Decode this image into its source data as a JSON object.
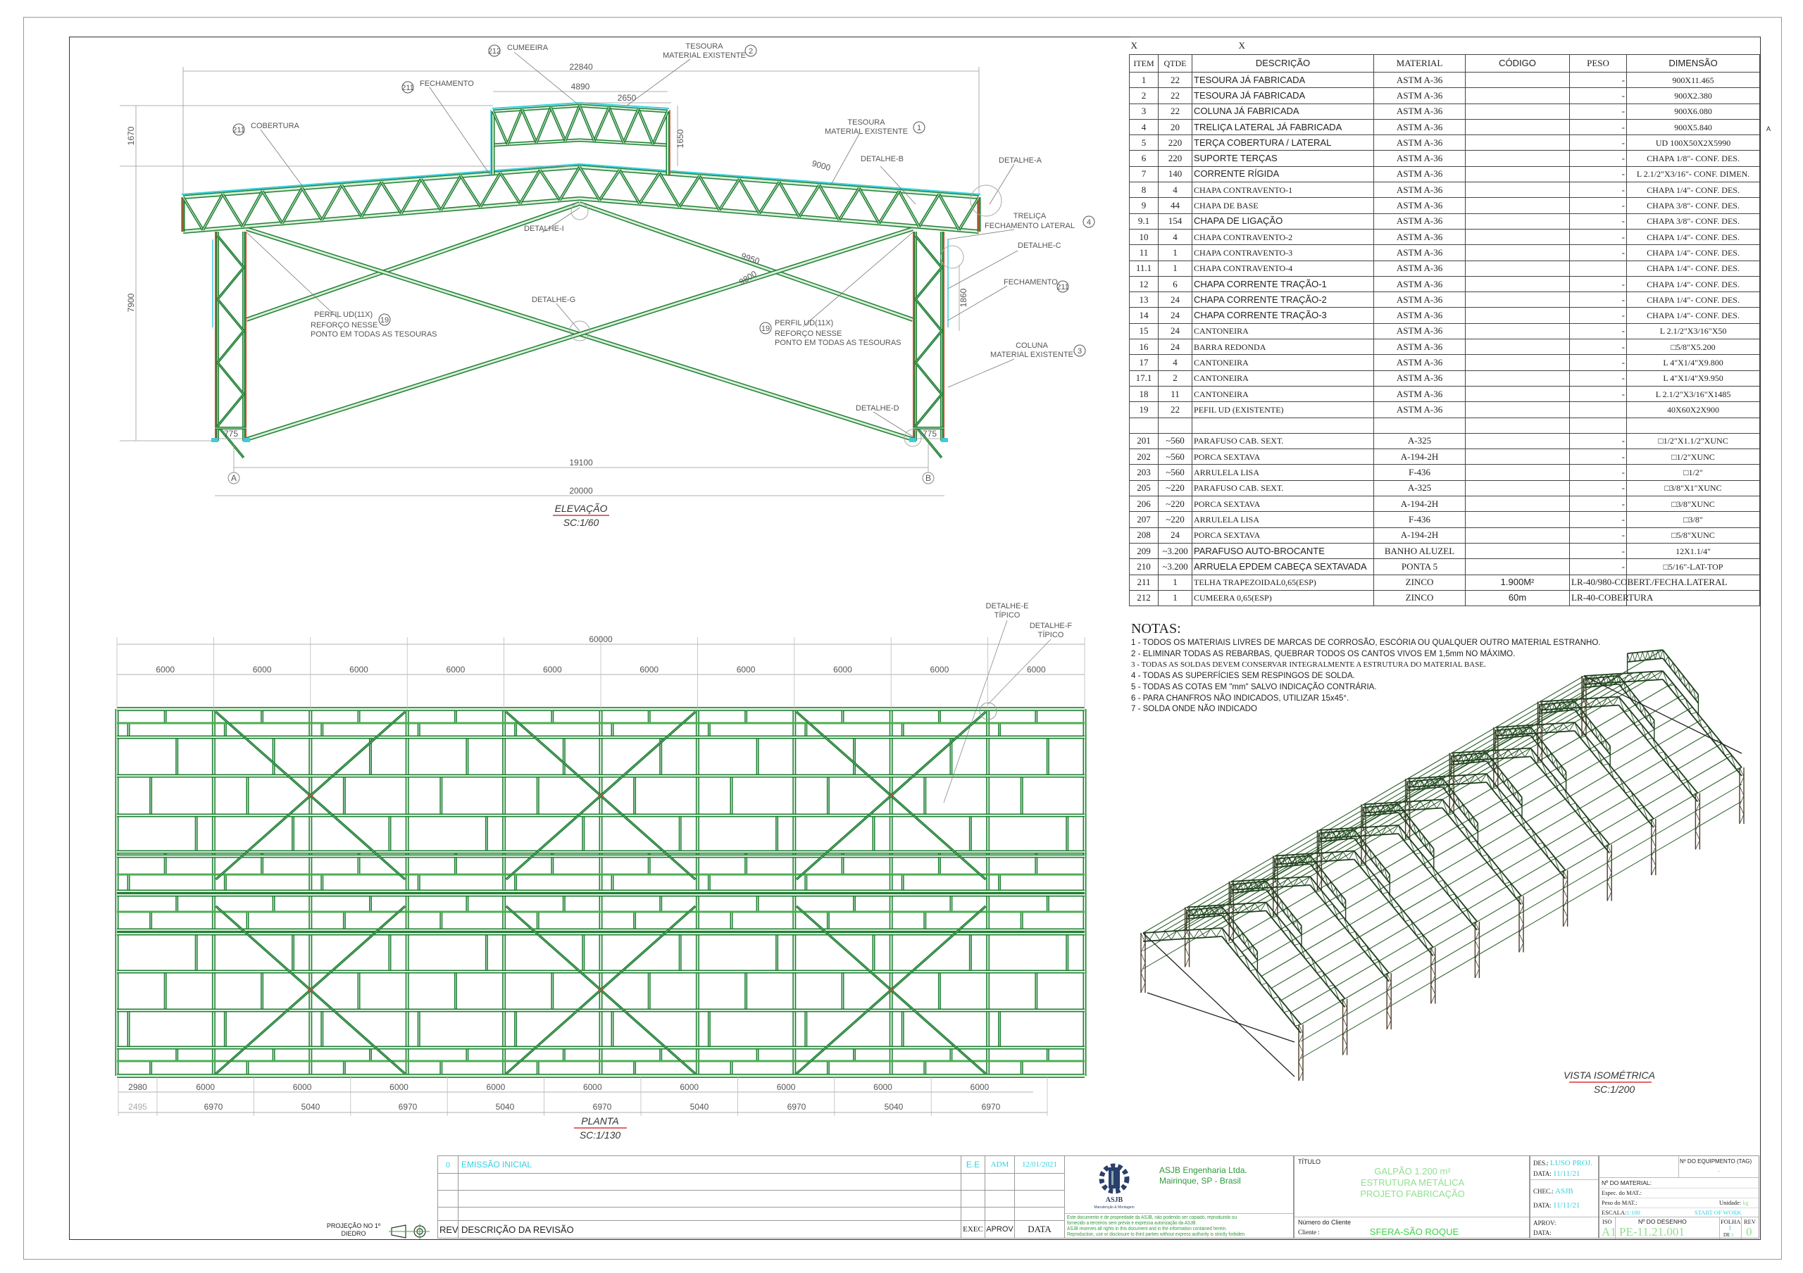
{
  "bom": {
    "top_marks": [
      "X",
      "X"
    ],
    "headers": [
      "ITEM",
      "QTDE",
      "DESCRIÇÃO",
      "MATERIAL",
      "CÓDIGO",
      "PESO",
      "DIMENSÃO"
    ],
    "rows": [
      [
        "1",
        "22",
        "TESOURA JÁ FABRICADA",
        "ASTM A-36",
        "",
        "-",
        "900X11.465"
      ],
      [
        "2",
        "22",
        "TESOURA JÁ FABRICADA",
        "ASTM A-36",
        "",
        "-",
        "900X2.380"
      ],
      [
        "3",
        "22",
        "COLUNA JÁ FABRICADA",
        "ASTM A-36",
        "",
        "-",
        "900X6.080"
      ],
      [
        "4",
        "20",
        "TRELIÇA  LATERAL JÁ FABRICADA",
        "ASTM A-36",
        "",
        "-",
        "900X5.840"
      ],
      [
        "5",
        "220",
        "TERÇA COBERTURA / LATERAL",
        "ASTM A-36",
        "",
        "-",
        "UD 100X50X2X5990"
      ],
      [
        "6",
        "220",
        "SUPORTE TERÇAS",
        "ASTM A-36",
        "",
        "-",
        "CHAPA 1/8\"- CONF. DES."
      ],
      [
        "7",
        "140",
        "CORRENTE RÍGIDA",
        "ASTM A-36",
        "",
        "-",
        "L 2.1/2\"X3/16\"- CONF. DIMEN."
      ],
      [
        "8",
        "4",
        "CHAPA CONTRAVENTO-1",
        "ASTM A-36",
        "",
        "-",
        "CHAPA 1/4\"- CONF. DES."
      ],
      [
        "9",
        "44",
        "CHAPA DE BASE",
        "ASTM A-36",
        "",
        "-",
        "CHAPA 3/8\"- CONF. DES."
      ],
      [
        "9.1",
        "154",
        "CHAPA DE LIGAÇÃO",
        "ASTM A-36",
        "",
        "-",
        "CHAPA 3/8\"- CONF. DES."
      ],
      [
        "10",
        "4",
        "CHAPA CONTRAVENTO-2",
        "ASTM A-36",
        "",
        "-",
        "CHAPA 1/4\"- CONF. DES."
      ],
      [
        "11",
        "1",
        "CHAPA CONTRAVENTO-3",
        "ASTM A-36",
        "",
        "-",
        "CHAPA 1/4\"- CONF. DES."
      ],
      [
        "11.1",
        "1",
        "CHAPA CONTRAVENTO-4",
        "ASTM A-36",
        "",
        "",
        "CHAPA 1/4\"- CONF. DES."
      ],
      [
        "12",
        "6",
        "CHAPA CORRENTE TRAÇÃO-1",
        "ASTM A-36",
        "",
        "-",
        "CHAPA 1/4\"- CONF. DES."
      ],
      [
        "13",
        "24",
        "CHAPA CORRENTE TRAÇÃO-2",
        "ASTM A-36",
        "",
        "-",
        "CHAPA 1/4\"- CONF. DES."
      ],
      [
        "14",
        "24",
        "CHAPA CORRENTE TRAÇÃO-3",
        "ASTM A-36",
        "",
        "-",
        "CHAPA 1/4\"- CONF. DES."
      ],
      [
        "15",
        "24",
        "CANTONEIRA",
        "ASTM A-36",
        "",
        "-",
        "L 2.1/2\"X3/16\"X50"
      ],
      [
        "16",
        "24",
        "BARRA REDONDA",
        "ASTM A-36",
        "",
        "-",
        "□5/8\"X5.200"
      ],
      [
        "17",
        "4",
        "CANTONEIRA",
        "ASTM A-36",
        "",
        "-",
        "L 4\"X1/4\"X9.800"
      ],
      [
        "17.1",
        "2",
        "CANTONEIRA",
        "ASTM A-36",
        "",
        "-",
        "L 4\"X1/4\"X9.950"
      ],
      [
        "18",
        "11",
        "CANTONEIRA",
        "ASTM A-36",
        "",
        "-",
        "L 2.1/2\"X3/16\"X1485"
      ],
      [
        "19",
        "22",
        "PEFIL UD (EXISTENTE)",
        "ASTM A-36",
        "",
        "",
        "40X60X2X900"
      ],
      [
        "",
        "",
        "",
        "",
        "",
        "",
        ""
      ],
      [
        "201",
        "~560",
        "PARAFUSO CAB. SEXT.",
        "A-325",
        "",
        "-",
        "□1/2\"X1.1/2\"XUNC"
      ],
      [
        "202",
        "~560",
        "PORCA SEXTAVA",
        "A-194-2H",
        "",
        "-",
        "□1/2\"XUNC"
      ],
      [
        "203",
        "~560",
        "ARRULELA LISA",
        "F-436",
        "",
        "-",
        "□1/2\""
      ],
      [
        "205",
        "~220",
        "PARAFUSO CAB. SEXT.",
        "A-325",
        "",
        "-",
        "□3/8\"X1\"XUNC"
      ],
      [
        "206",
        "~220",
        "PORCA SEXTAVA",
        "A-194-2H",
        "",
        "-",
        "□3/8\"XUNC"
      ],
      [
        "207",
        "~220",
        "ARRULELA LISA",
        "F-436",
        "",
        "-",
        "□3/8\""
      ],
      [
        "208",
        "24",
        "PORCA SEXTAVA",
        "A-194-2H",
        "",
        "-",
        "□5/8\"XUNC"
      ],
      [
        "209",
        "~3.200",
        "PARAFUSO AUTO-BROCANTE",
        "BANHO ALUZEL",
        "",
        "-",
        "12X1.1/4\""
      ],
      [
        "210",
        "~3.200",
        "ARRUELA EPDEM CABEÇA SEXTAVADA",
        "PONTA 5",
        "",
        "-",
        "□5/16\"-LAT-TOP"
      ],
      [
        "211",
        "1",
        "TELHA TRAPEZOIDAL0,65(ESP)",
        "ZINCO",
        "1.900M²",
        "LR-40/980-COBERT./FECHA.LATERAL",
        ""
      ],
      [
        "212",
        "1",
        "CUMEERA 0,65(ESP)",
        "ZINCO",
        "60m",
        "LR-40-COBERTURA",
        ""
      ]
    ]
  },
  "margin_mark": "A",
  "notes": {
    "heading": "NOTAS:",
    "items": [
      "1 - TODOS OS MATERIAIS LIVRES DE MARCAS DE CORROSÃO, ESCÓRIA OU QUALQUER OUTRO MATERIAL ESTRANHO.",
      "2 - ELIMINAR TODAS AS REBARBAS, QUEBRAR TODOS OS CANTOS VIVOS EM 1,5mm NO MÁXIMO.",
      "3 - TODAS AS SOLDAS DEVEM CONSERVAR INTEGRALMENTE A ESTRUTURA DO MATERIAL BASE.",
      "4 - TODAS AS SUPERFÍCIES SEM RESPINGOS DE SOLDA.",
      "5 - TODAS AS COTAS EM \"mm\" SALVO INDICAÇÃO CONTRÁRIA.",
      "6 - PARA CHANFROS NÃO INDICADOS, UTILIZAR 15x45°.",
      "7 - SOLDA ONDE NÃO INDICADO"
    ]
  },
  "elevation": {
    "title": "ELEVAÇÃO",
    "scale": "SC:1/60",
    "dims": {
      "overall_top": "22840",
      "monitor": "4890",
      "half_monitor": "2650",
      "monitor_h": "1650",
      "ridge_h": "1670",
      "height": "7900",
      "rafter": "9000",
      "brace1": "9950",
      "brace2": "9800",
      "col_gap": "1860",
      "col_w_l": "775",
      "col_w_r": "775",
      "axes": "19100",
      "overall": "20000"
    },
    "axes": [
      "A",
      "B"
    ],
    "callouts": {
      "cumeeira_num": "212",
      "cumeeira": "CUMEEIRA",
      "tesoura2_l1": "TESOURA",
      "tesoura2_l2": "MATERIAL EXISTENTE",
      "tesoura2_num": "2",
      "fech_num": "211",
      "fech": "FECHAMENTO",
      "cob_num": "211",
      "cob": "COBERTURA",
      "tesoura1_l1": "TESOURA",
      "tesoura1_l2": "MATERIAL EXISTENTE",
      "tesoura1_num": "1",
      "det_a": "DETALHE-A",
      "det_b": "DETALHE-B",
      "det_c": "DETALHE-C",
      "det_d": "DETALHE-D",
      "det_g": "DETALHE-G",
      "det_i": "DETALHE-I",
      "trelica_l1": "TRELIÇA",
      "trelica_l2": "FECHAMENTO LATERAL",
      "trelica_num": "4",
      "fech2": "FECHAMENTO",
      "fech2_num": "211",
      "perfil_l1": "PERFIL UD(11X)",
      "perfil_l2": "REFORÇO NESSE",
      "perfil_l3": "PONTO EM TODAS AS TESOURAS",
      "perfil_num": "19",
      "coluna_l1": "COLUNA",
      "coluna_l2": "MATERIAL EXISTENTE",
      "coluna_num": "3"
    }
  },
  "plan": {
    "title": "PLANTA",
    "scale": "SC:1/130",
    "overall": "60000",
    "bays_top": [
      "6000",
      "6000",
      "6000",
      "6000",
      "6000",
      "6000",
      "6000",
      "6000",
      "6000",
      "6000"
    ],
    "row1": [
      "2980",
      "6000",
      "6000",
      "6000",
      "6000",
      "6000",
      "6000",
      "6000",
      "6000",
      "6000"
    ],
    "row2": [
      "2495",
      "6970",
      "5040",
      "6970",
      "5040",
      "6970",
      "5040",
      "6970",
      "5040",
      "6970"
    ],
    "det_e_l1": "DETALHE-E",
    "det_e_l2": "TÍPICO",
    "det_f_l1": "DETALHE-F",
    "det_f_l2": "TÍPICO"
  },
  "isometric": {
    "title": "VISTA  ISOMÉTRICA",
    "scale": "SC:1/200"
  },
  "revision": {
    "rows": [
      {
        "rev": "0",
        "desc": "EMISSÃO INICIAL",
        "exec": "E.E",
        "aprov": "ADM",
        "data": "12/01/2021"
      }
    ],
    "headers": {
      "rev": "REV",
      "desc": "DESCRIÇÃO DA REVISÃO",
      "exec": "EXEC",
      "aprov": "APROV",
      "data": "DATA"
    },
    "projection_l1": "PROJEÇÃO NO 1º",
    "projection_l2": "DIEDRO"
  },
  "company": {
    "name": "ASJB Engenharia Ltda.",
    "location": "Mairinque, SP - Brasil",
    "logo_text": "ASJB",
    "logo_sub": "Manutenção & Montagem",
    "disclaimer": [
      "Este documento é de propriedade da ASJB, não podendo ser copiado, reproduzido ou",
      "fornecido a terceiros sem prévia e expressa autorização da ASJB.",
      "ASJB reserves all rights in this document and in the information contained herein.",
      "Reproduction, use or disclosure to third parties without express authority is strictly forbiden."
    ]
  },
  "title_block": {
    "titulo_label": "TÍTULO",
    "title_lines": [
      "GALPÃO 1.200 m²",
      "ESTRUTURA METÁLICA",
      "PROJETO FABRICAÇÃO"
    ],
    "client_no_label": "Número do Cliente",
    "client_label": "Cliente :",
    "client": "SFERA-SÃO ROQUE",
    "des_label": "DES.:",
    "des": "LUSO PROJ.",
    "data_label": "DATA:",
    "des_date": "11/11/21",
    "chec_label": "CHEC.:",
    "chec": "ASJB",
    "chec_date": "11/11/21",
    "aprov_label": "APROV:",
    "equip_label": "Nº DO EQUIPMENTO (TAG)",
    "equip": "-",
    "material_label": "Nº DO MATERIAL:",
    "espec_label": "Espec. do MAT.:",
    "peso_label": "Peso do MAT.:",
    "unidade_label": "Unidade:",
    "unidade": "kg",
    "escala_label": "ESCALA:",
    "escala": "1:100",
    "start": "START OF WORK",
    "iso_label": "ISO",
    "iso": "A1",
    "drawing_label": "Nº DO DESENHO",
    "drawing": "PE-11.21.001",
    "folha_label": "FOLHA",
    "folha": "1",
    "de_label": "DE",
    "de": "1",
    "rev_label": "REV",
    "rev": "0"
  },
  "colors": {
    "steel": "#1f7f34",
    "column": "#d9492b",
    "cyan": "#35d0e0",
    "iso": "#2c5e2a"
  }
}
